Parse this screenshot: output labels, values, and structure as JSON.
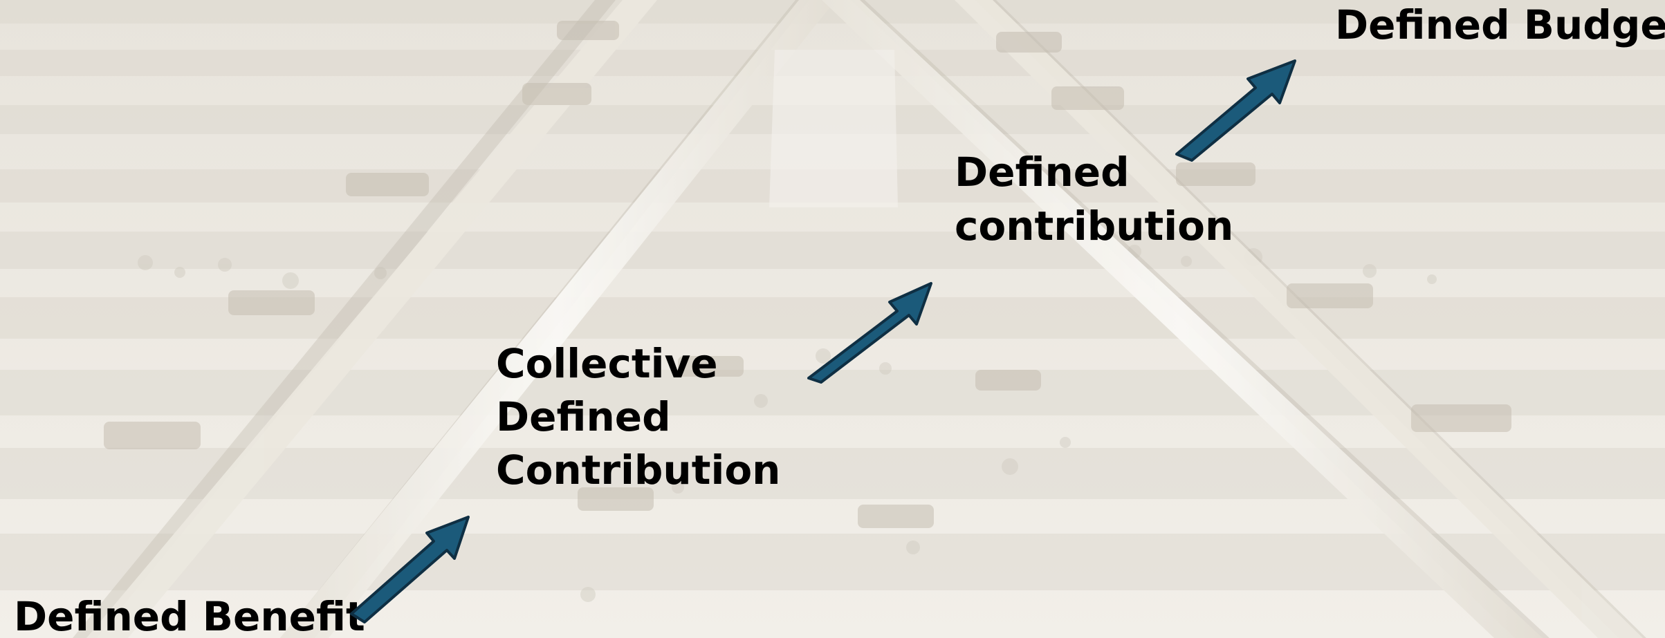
{
  "diagram": {
    "labels": {
      "defined_budget": "Defined Budget",
      "defined_contribution_line1": "Defined",
      "defined_contribution_line2": "contribution",
      "collective_line1": "Collective",
      "collective_line2": "Defined",
      "collective_line3": "Contribution",
      "defined_benefit": "Defined Benefit"
    }
  },
  "colors": {
    "arrow_fill": "#1b5a7a",
    "arrow_stroke": "#0f2f43",
    "text": "#000000"
  },
  "icons": {
    "arrows": [
      "arrow-up-right-icon",
      "arrow-up-right-icon",
      "arrow-up-right-icon"
    ]
  }
}
